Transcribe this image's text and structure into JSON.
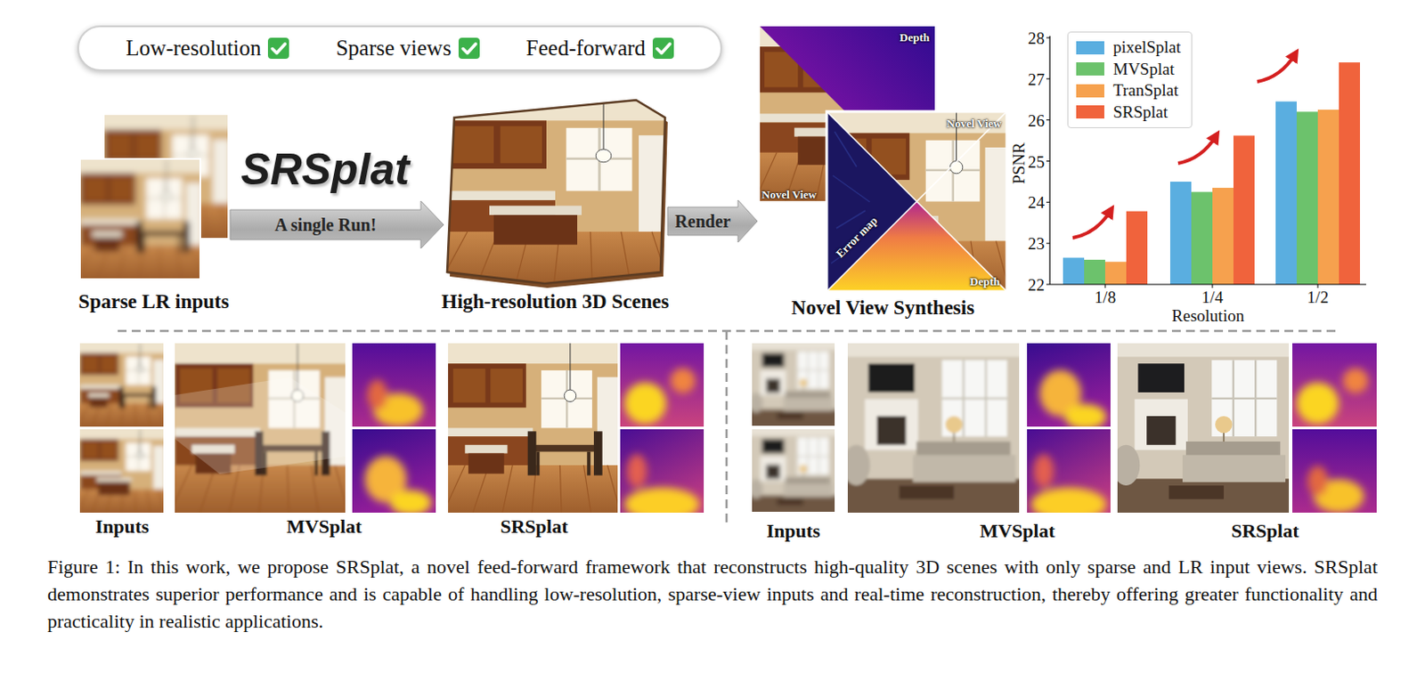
{
  "diagram": {
    "caption": "Figure 1: In this work, we propose SRSplat, a novel feed-forward framework that reconstructs high-quality 3D scenes with only sparse and LR input views. SRSplat demonstrates superior performance and is capable of handling low-resolution, sparse-view inputs and real-time reconstruction, thereby offering greater functionality and practicality in realistic applications.",
    "nodes": [
      {
        "text": [
          "Low-resolution",
          "Sparse views",
          "Feed-forward"
        ]
      },
      {
        "text": [
          "Sparse LR inputs"
        ]
      },
      {
        "text": [
          "High-resolution 3D Scenes"
        ]
      },
      {
        "text": [
          "Novel View Synthesis"
        ]
      }
    ],
    "edges": [
      {
        "from": 1,
        "to": 2,
        "label": "A single Run!",
        "arrow": "to"
      },
      {
        "from": 2,
        "to": 3,
        "label": "Render",
        "arrow": "to"
      }
    ],
    "labels": [
      "SRSplat",
      "Depth",
      "Novel View",
      "Novel View",
      "Error map",
      "Depth",
      "28",
      "27",
      "26",
      "25",
      "24",
      "23",
      "22",
      "PSNR",
      "1/8",
      "1/4",
      "1/2",
      "Resolution",
      "Inputs",
      "MVSplat",
      "SRSplat",
      "Inputs",
      "MVSplat",
      "SRSplat"
    ],
    "legend": [
      {
        "text": "pixelSplat",
        "color": "#5aaee0"
      },
      {
        "text": "MVSplat",
        "color": "#6cc26c"
      },
      {
        "text": "TranSplat",
        "color": "#f6a14e"
      },
      {
        "text": "SRSplat",
        "color": "#f0633c"
      }
    ]
  }
}
